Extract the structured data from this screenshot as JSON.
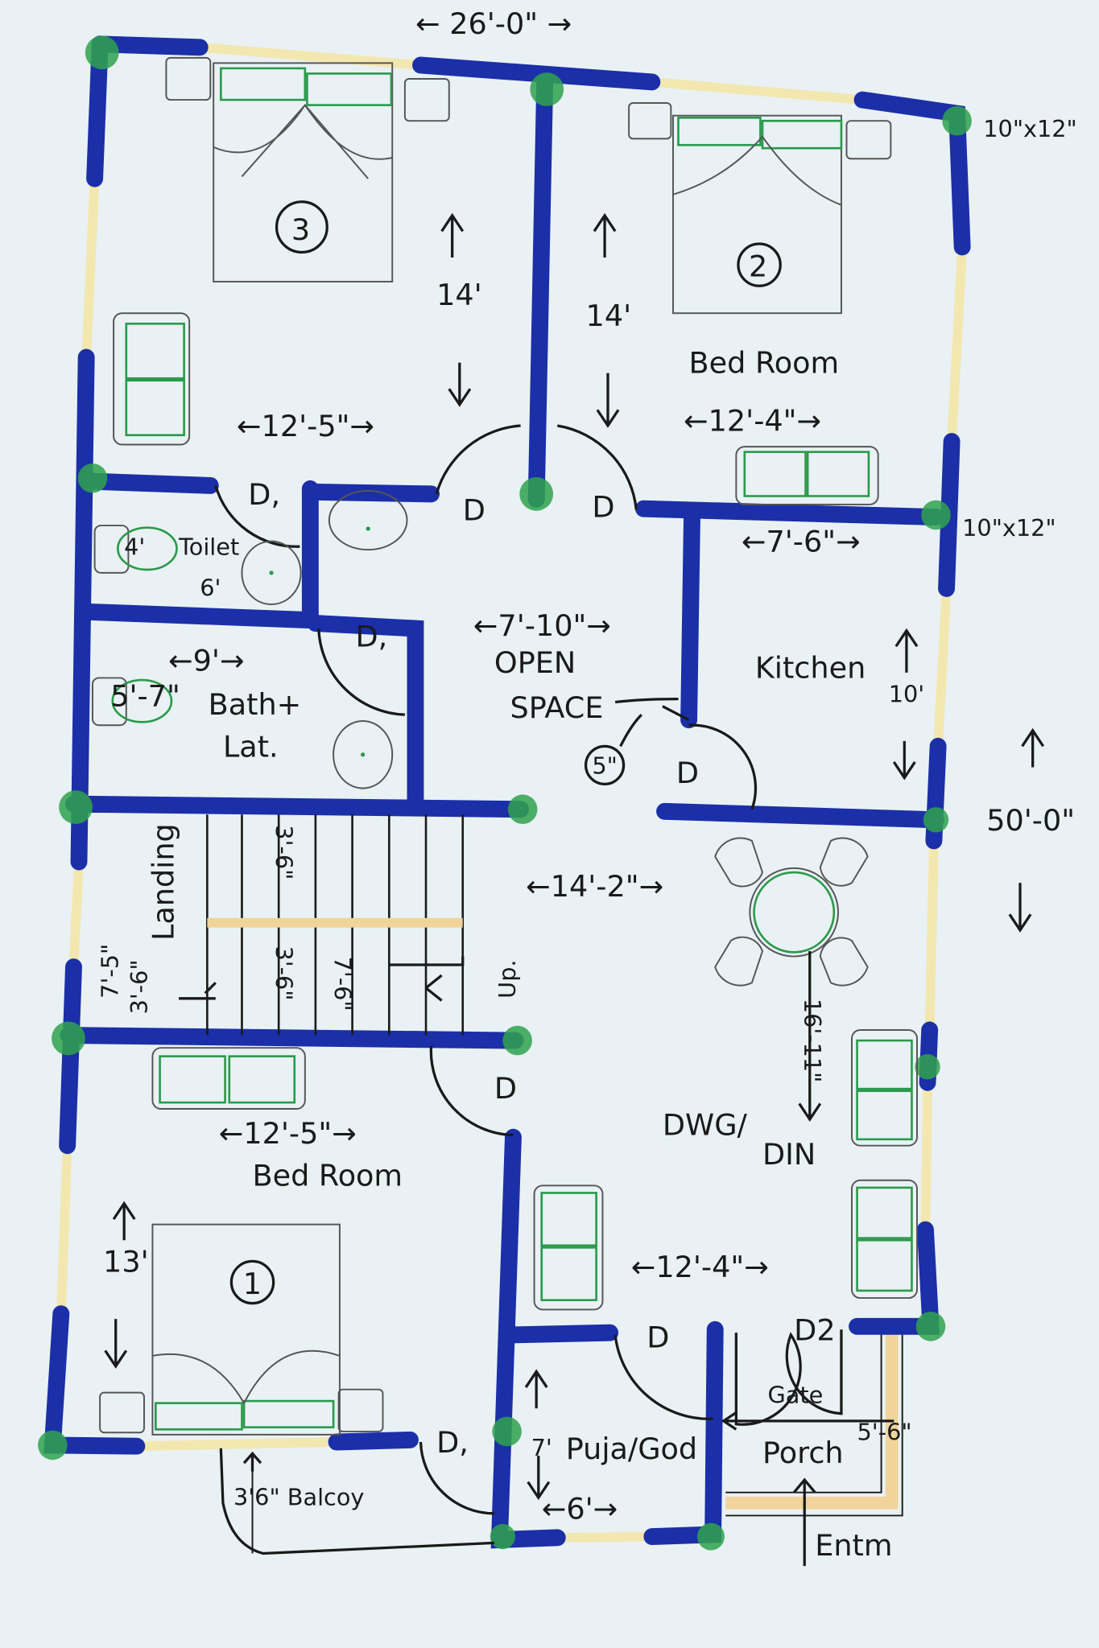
{
  "colors": {
    "wall": "#1b2fa8",
    "column": "#2fa24e",
    "window": "#f3e7b0",
    "paper": "#e9f1f4"
  },
  "dimensions": {
    "overall_width": "← 26'-0\" →",
    "overall_length": "50'-0\"",
    "column_top": "10\"x12\"",
    "column_mid": "10\"x12\""
  },
  "rooms": {
    "bedroom3": {
      "number": "3",
      "height": "14'",
      "width": "←12'-5\"→"
    },
    "bedroom2": {
      "number": "2",
      "label": "Bed Room",
      "height": "14'",
      "width": "←12'-4\"→"
    },
    "toilet": {
      "label": "Toilet",
      "height": "4'",
      "width": "6'"
    },
    "bath": {
      "label_1": "Bath+",
      "label_2": "Lat.",
      "height": "5'-7\"",
      "width": "←9'→"
    },
    "open_space": {
      "label_1": "OPEN",
      "label_2": "SPACE",
      "width": "←7'-10\"→",
      "note": "5\""
    },
    "kitchen": {
      "label": "Kitchen",
      "width": "←7'-6\"→",
      "height": "10'"
    },
    "landing": {
      "label": "Landing",
      "height": "7'-5\"",
      "width": "3'-6\""
    },
    "stairs": {
      "tread_1": "3'-6\"",
      "tread_2": "3'-6\"",
      "width": "7'-6\"",
      "up": "Up."
    },
    "dining": {
      "label_1": "DWG/",
      "label_2": "DIN",
      "width": "←14'-2\"→",
      "height": "16'-11\""
    },
    "bedroom1": {
      "number": "1",
      "label": "Bed Room",
      "width": "←12'-5\"→",
      "height": "13'"
    },
    "living": {
      "width": "←12'-4\"→"
    },
    "puja": {
      "label": "Puja/God",
      "height": "7'",
      "width": "←6'→"
    },
    "porch": {
      "label": "Porch",
      "width": "5'-6\"",
      "gate": "Gate",
      "entry": "Entm"
    },
    "balcony": {
      "label": "3'6\" Balcoy"
    }
  },
  "doors": {
    "d": "D",
    "d1": "D,",
    "d2": "D2"
  }
}
